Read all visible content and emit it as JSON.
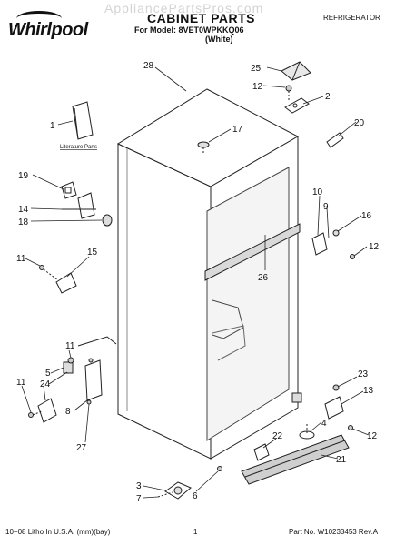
{
  "header": {
    "brand": "Whirlpool",
    "watermark": "AppliancePartsPros.com",
    "title": "CABINET PARTS",
    "model": "For Model: 8VET0WPKKQ06",
    "color": "(White)",
    "category": "REFRIGERATOR"
  },
  "labels": {
    "literature": "Literature Parts",
    "p1": "1",
    "p2": "2",
    "p3": "3",
    "p4": "4",
    "p5": "5",
    "p6": "6",
    "p7": "7",
    "p8": "8",
    "p9": "9",
    "p10": "10",
    "p11a": "11",
    "p11b": "11",
    "p11c": "11",
    "p12a": "12",
    "p12b": "12",
    "p12c": "12",
    "p13": "13",
    "p14": "14",
    "p15": "15",
    "p16": "16",
    "p17": "17",
    "p18": "18",
    "p19": "19",
    "p20": "20",
    "p21": "21",
    "p22": "22",
    "p23": "23",
    "p24": "24",
    "p25": "25",
    "p26": "26",
    "p27": "27",
    "p28": "28"
  },
  "footer": {
    "left": "10−08 Litho In U.S.A. (mm)(bay)",
    "center": "1",
    "right": "Part No. W10233453 Rev.A"
  }
}
